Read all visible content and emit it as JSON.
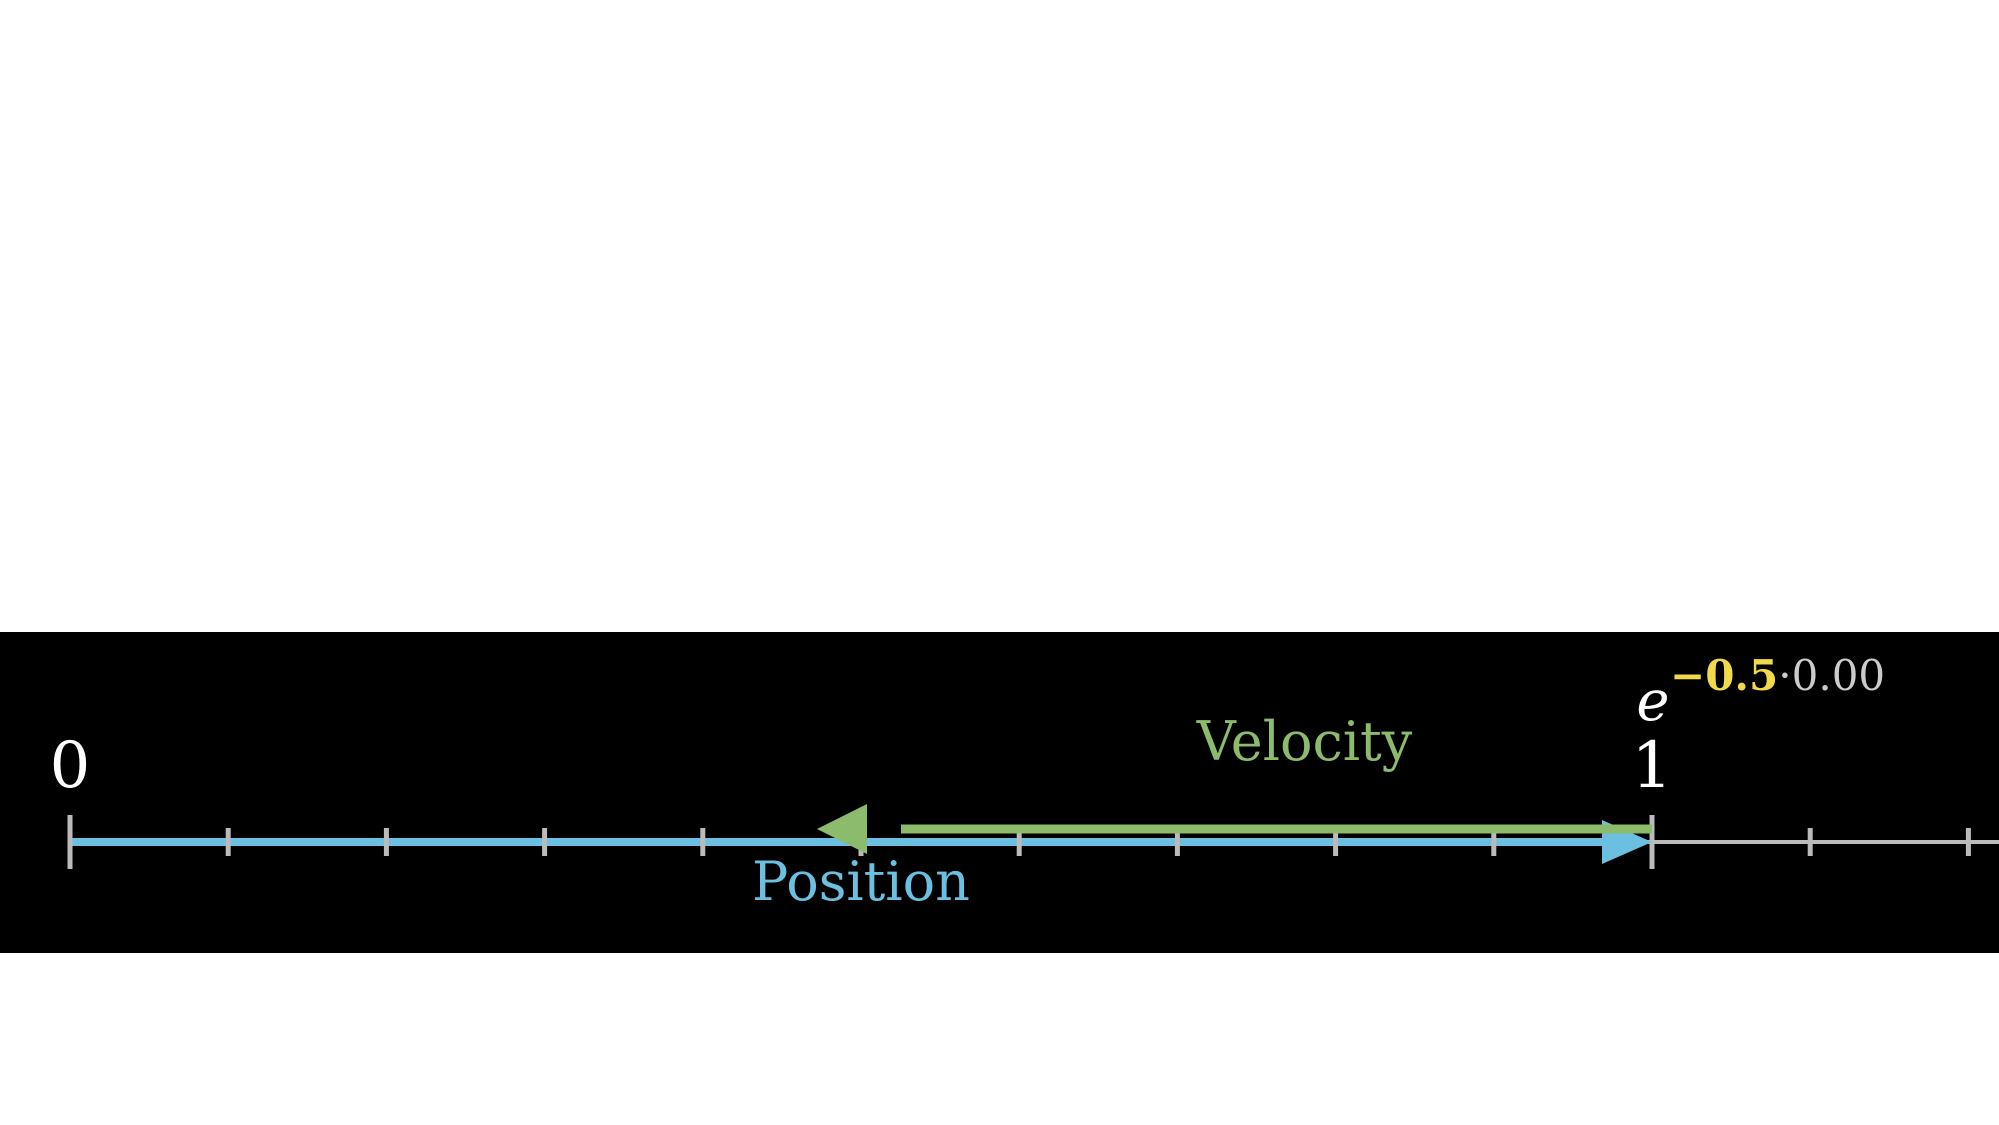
{
  "scene": {
    "background_color": "#000000",
    "page_color": "#ffffff"
  },
  "number_line": {
    "min": 0,
    "max": 1.2,
    "tick_step": 0.1,
    "color": "#bbbbbb",
    "labels": [
      {
        "value": 0,
        "text": "0"
      },
      {
        "value": 1,
        "text": "1"
      }
    ]
  },
  "position": {
    "label": "Position",
    "value": 1,
    "color": "#6bbfe0"
  },
  "velocity": {
    "label": "Velocity",
    "from": 1,
    "to": 0.5,
    "color": "#8cbb6b"
  },
  "expression": {
    "base": "e",
    "coefficient": "−0.5",
    "dot": "·",
    "t_value": "0.00",
    "base_color": "#ffffff",
    "coefficient_color": "#f0d94a",
    "t_color": "#cccccc"
  }
}
